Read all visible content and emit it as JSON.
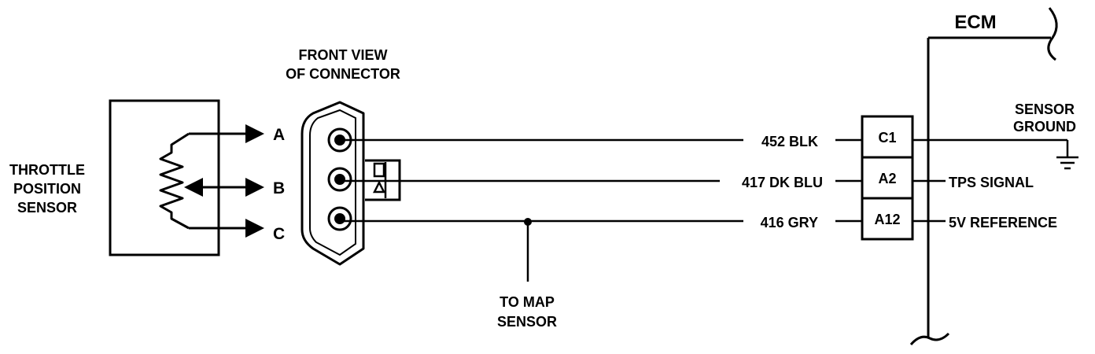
{
  "sensor": {
    "label_line1": "THROTTLE",
    "label_line2": "POSITION",
    "label_line3": "SENSOR"
  },
  "connector": {
    "title_line1": "FRONT VIEW",
    "title_line2": "OF CONNECTOR"
  },
  "pins": {
    "a": "A",
    "b": "B",
    "c": "C"
  },
  "wires": {
    "a": "452 BLK",
    "b": "417 DK BLU",
    "c": "416 GRY"
  },
  "ecm": {
    "title": "ECM",
    "terminal_a": "C1",
    "terminal_b": "A2",
    "terminal_c": "A12",
    "ground_line1": "SENSOR",
    "ground_line2": "GROUND",
    "signal_b": "TPS SIGNAL",
    "signal_c": "5V REFERENCE"
  },
  "map": {
    "line1": "TO MAP",
    "line2": "SENSOR"
  },
  "colors": {
    "ink": "#000000",
    "paper": "#ffffff"
  }
}
